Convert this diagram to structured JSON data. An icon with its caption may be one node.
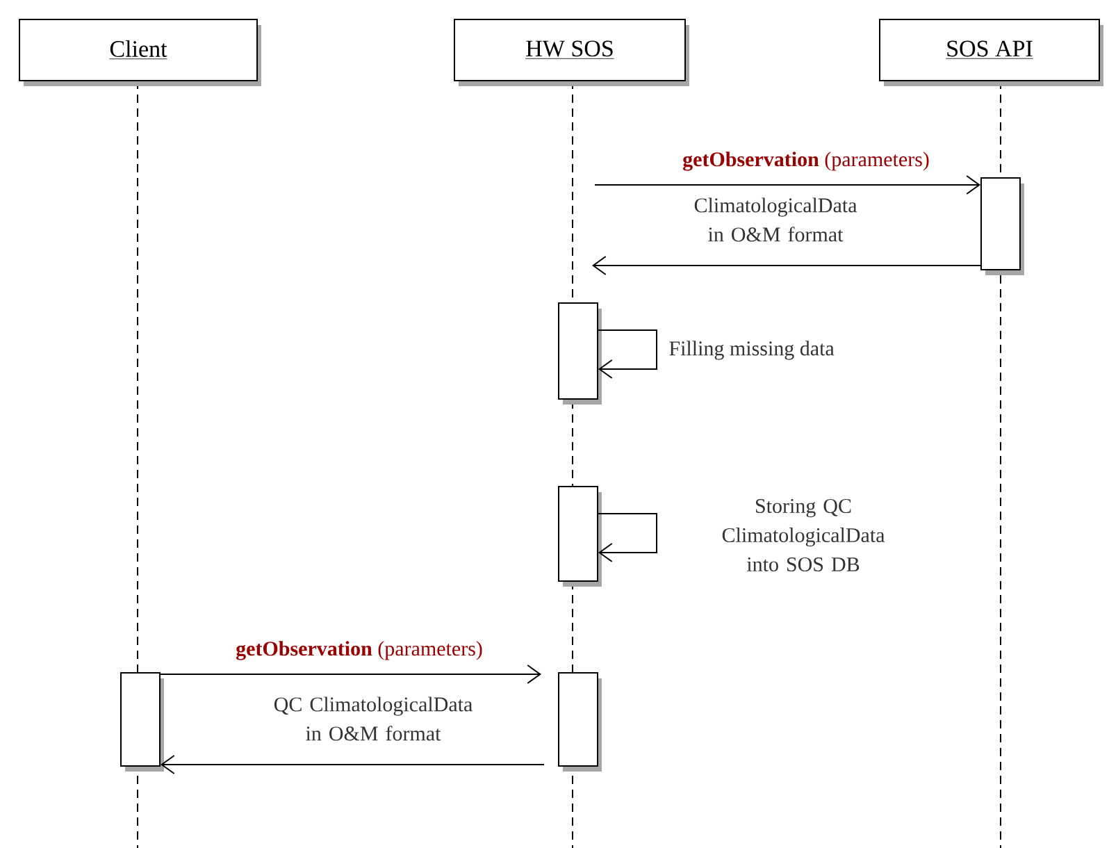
{
  "diagram": {
    "nodes": [
      {
        "text": [
          "Client"
        ]
      },
      {
        "text": [
          "HW SOS"
        ]
      },
      {
        "text": [
          "SOS API"
        ]
      },
      {
        "text": [],
        "shape": "bar"
      },
      {
        "text": [],
        "shape": "bar"
      },
      {
        "text": [],
        "shape": "bar"
      },
      {
        "text": [],
        "shape": "bar"
      },
      {
        "text": [],
        "shape": "bar"
      }
    ],
    "edges": [
      {
        "from": null,
        "to": 3,
        "arrow": "to",
        "label": "**getObservation** (parameters)"
      },
      {
        "from": 3,
        "to": null,
        "arrow": "to",
        "label": "ClimatologicalData in O&M format"
      },
      {
        "from": 4,
        "to": 4,
        "arrow": "to",
        "label": "Filling missing data"
      },
      {
        "from": 5,
        "to": 5,
        "arrow": "to",
        "label": "Storing QC ClimatologicalData into SOS DB"
      },
      {
        "from": 6,
        "to": 7,
        "arrow": "to",
        "label": "**getObservation** (parameters)"
      },
      {
        "from": 7,
        "to": 6,
        "arrow": "to",
        "label": "QC ClimatologicalData in O&M format"
      }
    ]
  }
}
